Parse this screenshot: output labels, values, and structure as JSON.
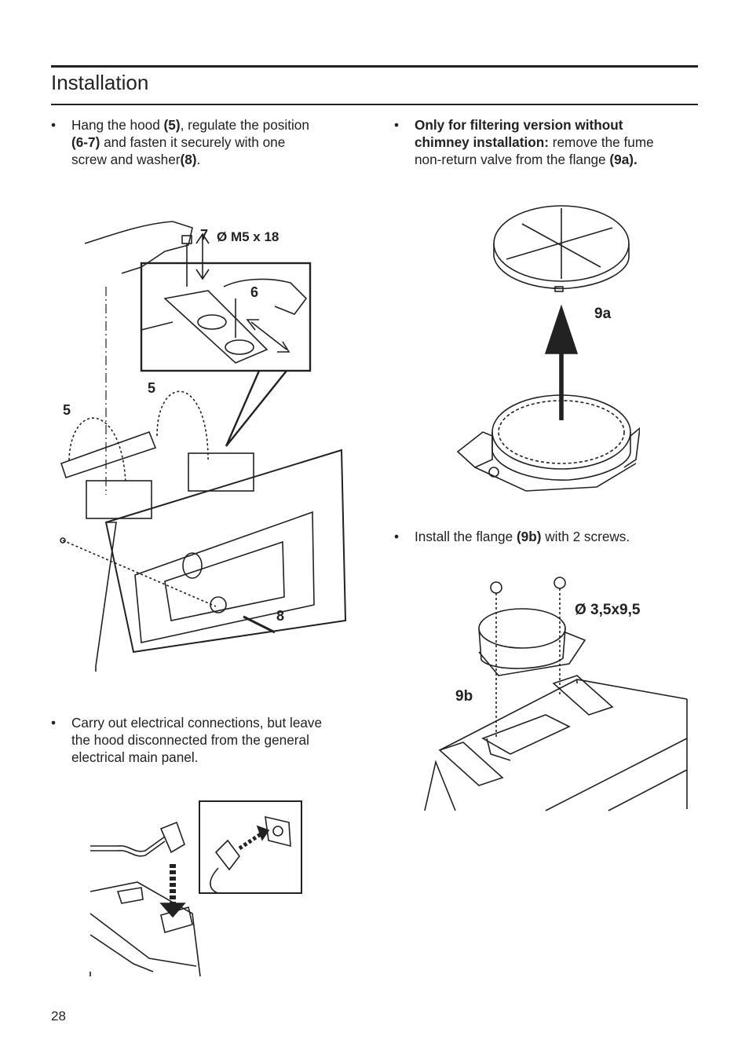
{
  "header": {
    "title": "Installation"
  },
  "left_column": {
    "step_hang": {
      "bullet": "•",
      "t1": "Hang the hood ",
      "b1": "(5)",
      "t2": ", regulate the position",
      "b2": "(6-7)",
      "t3": " and fasten it securely with one",
      "t4": "screw and washer",
      "b3": "(8)",
      "t5": "."
    },
    "step_electrical": {
      "bullet": "•",
      "line1": "Carry out electrical connections, but leave",
      "line2": "the hood disconnected from the general",
      "line3": "electrical main panel."
    },
    "figure_hang": {
      "label_7": "7",
      "label_screw": "Ø M5 x 18",
      "label_6": "6",
      "label_5a": "5",
      "label_5b": "5",
      "label_8": "8"
    }
  },
  "right_column": {
    "step_filter": {
      "bullet": "•",
      "b1": "Only for filtering version without",
      "b2": "chimney installation:",
      "t1": " remove the fume",
      "t2": "non-return valve from the flange ",
      "b3": "(9a)."
    },
    "step_flange": {
      "bullet": "•",
      "t1": "Install the flange ",
      "b1": "(9b)",
      "t2": " with 2 screws."
    },
    "figure_valve": {
      "label": "9a"
    },
    "figure_flange": {
      "label_screw": "Ø 3,5x9,5",
      "label": "9b"
    }
  },
  "footer": {
    "page_number": "28"
  }
}
